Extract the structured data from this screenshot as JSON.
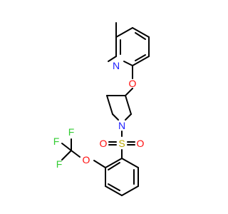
{
  "molecule": {
    "atoms": {
      "N_py": {
        "label": "N",
        "color": "#1b1bff"
      },
      "O_ether": {
        "label": "O",
        "color": "#ff0d0d"
      },
      "N_pyr": {
        "label": "N",
        "color": "#1b1bff"
      },
      "S": {
        "label": "S",
        "color": "#b8a600"
      },
      "O_s1": {
        "label": "O",
        "color": "#ff0d0d"
      },
      "O_s2": {
        "label": "O",
        "color": "#ff0d0d"
      },
      "O_ocf3": {
        "label": "O",
        "color": "#ff0d0d"
      },
      "F1": {
        "label": "F",
        "color": "#33cc33"
      },
      "F2": {
        "label": "F",
        "color": "#33cc33"
      },
      "F3": {
        "label": "F",
        "color": "#33cc33"
      }
    }
  }
}
